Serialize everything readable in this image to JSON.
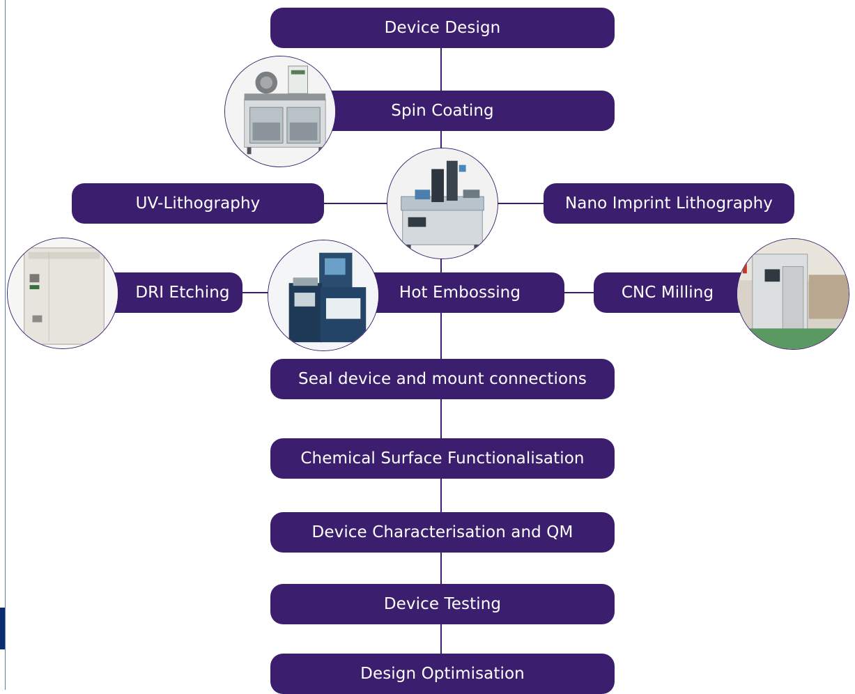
{
  "steps": {
    "device_design": "Device Design",
    "spin_coating": "Spin Coating",
    "uv_lithography": "UV-Lithography",
    "nano_imprint": "Nano Imprint Lithography",
    "dri_etching": "DRI Etching",
    "hot_embossing": "Hot Embossing",
    "cnc_milling": "CNC Milling",
    "seal_device": "Seal device and mount connections",
    "chemical_surface": "Chemical Surface Functionalisation",
    "characterisation": "Device Characterisation and QM",
    "device_testing": "Device Testing",
    "design_optimisation": "Design Optimisation"
  },
  "colors": {
    "pill": "#3b1f6e",
    "connector": "#3b1f6e",
    "text": "#ffffff",
    "margin_line": "#5c7fb8"
  }
}
